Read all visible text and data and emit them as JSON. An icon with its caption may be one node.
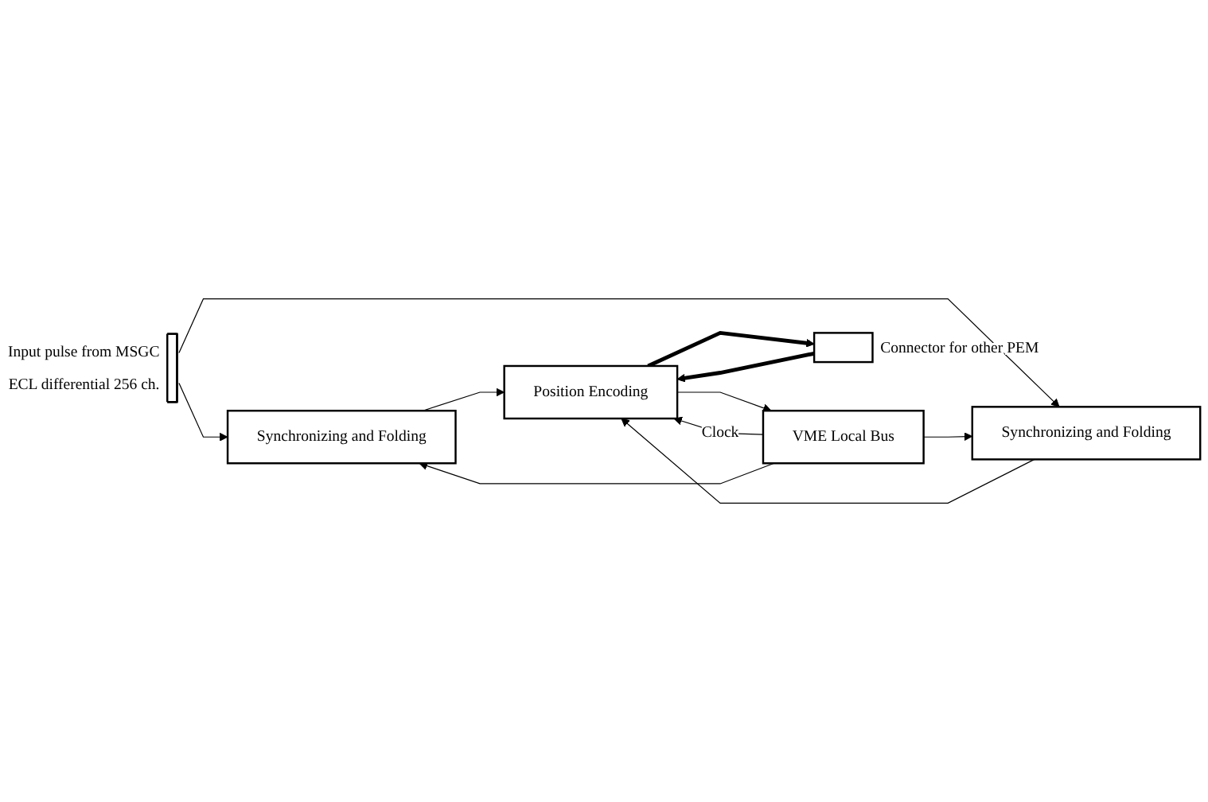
{
  "diagram": {
    "nodes": [
      {
        "text": [],
        "shape": "bar",
        "beside": [
          "Input pulse from MSGC",
          "ECL differential 256 ch."
        ]
      },
      {
        "text": [
          "Synchronizing and Folding"
        ]
      },
      {
        "text": [
          "Synchronizing and Folding"
        ]
      },
      {
        "text": [
          "Position Encoding"
        ]
      },
      {
        "text": [
          "VME Local Bus"
        ]
      },
      {
        "text": [],
        "shape": "box",
        "beside": [
          "Connector for other PEM"
        ]
      }
    ],
    "edges": [
      {
        "from": 0,
        "to": 1,
        "arrow": "to"
      },
      {
        "from": 0,
        "to": 2,
        "arrow": "to"
      },
      {
        "from": 1,
        "to": 3,
        "arrow": "to"
      },
      {
        "from": 2,
        "to": 3,
        "arrow": "to"
      },
      {
        "from": 3,
        "to": 4,
        "arrow": "to"
      },
      {
        "from": 4,
        "to": 3,
        "arrow": "to",
        "label": "Clock"
      },
      {
        "from": 4,
        "to": 1,
        "arrow": "to"
      },
      {
        "from": 4,
        "to": 2,
        "arrow": "to"
      },
      {
        "from": 3,
        "to": 5,
        "arrow": "to",
        "style": "thick"
      },
      {
        "from": 5,
        "to": 3,
        "arrow": "to",
        "style": "thick"
      }
    ]
  }
}
